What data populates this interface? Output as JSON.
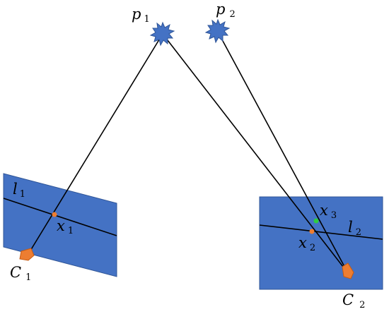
{
  "labels": {
    "p1": {
      "main": "p",
      "sub": "1"
    },
    "p2": {
      "main": "p",
      "sub": "2"
    },
    "l1": {
      "main": "l",
      "sub": "1"
    },
    "l2": {
      "main": "l",
      "sub": "2"
    },
    "x1": {
      "main": "x",
      "sub": "1"
    },
    "x2": {
      "main": "x",
      "sub": "2"
    },
    "x3": {
      "main": "x",
      "sub": "3"
    },
    "c1": {
      "main": "C",
      "sub": "1"
    },
    "c2": {
      "main": "C",
      "sub": "2"
    }
  },
  "colors": {
    "image_plane": "#4472c4",
    "image_plane_edge": "#2f5597",
    "world_point": "#4472c4",
    "camera": "#ed7d31",
    "projection_x1_x2": "#ed7d31",
    "projection_x3": "#2ecc40",
    "ray": "#000000"
  }
}
